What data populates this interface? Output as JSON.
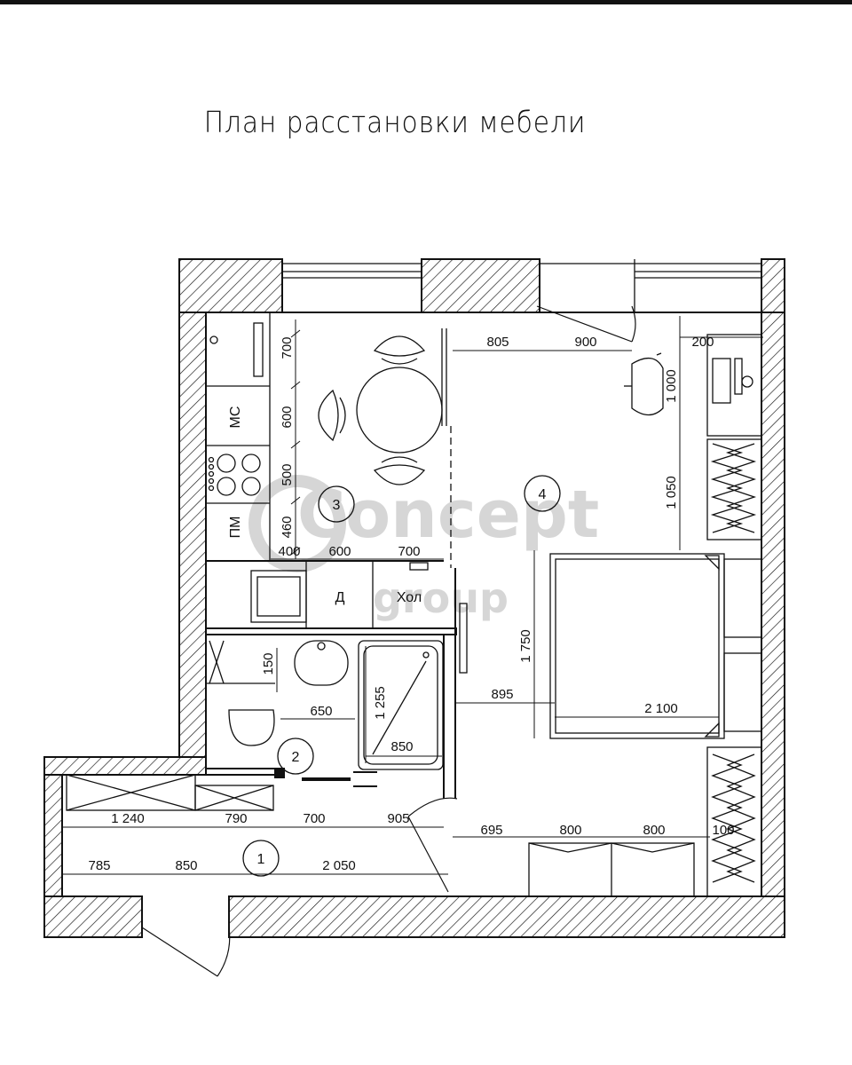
{
  "title": "План расстановки мебели",
  "watermark": {
    "text": "Concept",
    "sub": "group"
  },
  "rooms": {
    "r1": "1",
    "r2": "2",
    "r3": "3",
    "r4": "4"
  },
  "appliances": {
    "mc": "МС",
    "pm": "ПМ",
    "d": "Д",
    "hol": "Хол"
  },
  "dimensions": {
    "k700": "700",
    "k600": "600",
    "k500": "500",
    "k460": "460",
    "k400": "400",
    "k600h": "600",
    "k700h": "700",
    "a805": "805",
    "a900": "900",
    "a200": "200",
    "a1000": "1 000",
    "a1050": "1 050",
    "a1750": "1 750",
    "a895": "895",
    "a2100": "2 100",
    "b150": "150",
    "b650": "650",
    "b1255": "1 255",
    "b850": "850",
    "h1240": "1 240",
    "h790": "790",
    "h700": "700",
    "h905": "905",
    "h785": "785",
    "h850": "850",
    "h2050": "2 050",
    "s695": "695",
    "s800a": "800",
    "s800b": "800",
    "s100": "100"
  },
  "colors": {
    "line": "#111111",
    "watermark": "#d2d2d2"
  }
}
